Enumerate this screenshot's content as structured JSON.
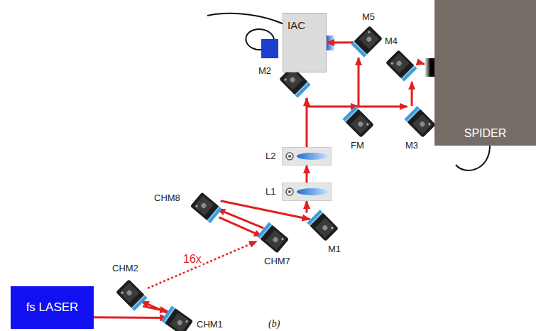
{
  "diagram": {
    "nodes": [
      {
        "text": [
          "fs LASER"
        ]
      },
      {
        "text": [
          "CHM1"
        ]
      },
      {
        "text": [
          "CHM2"
        ]
      },
      {
        "text": [
          "CHM7"
        ]
      },
      {
        "text": [
          "CHM8"
        ]
      },
      {
        "text": [
          "M1"
        ]
      },
      {
        "text": [
          "L1"
        ]
      },
      {
        "text": [
          "L2"
        ]
      },
      {
        "text": [
          "M2"
        ]
      },
      {
        "text": [
          "FM"
        ]
      },
      {
        "text": [
          "M3"
        ]
      },
      {
        "text": [
          "M4"
        ]
      },
      {
        "text": [
          "SPIDER"
        ]
      },
      {
        "text": [
          "M5"
        ]
      },
      {
        "text": [
          "IAC"
        ]
      }
    ],
    "edges": [
      {
        "from": 0,
        "to": 1,
        "arrow": "to"
      },
      {
        "from": 1,
        "to": 2,
        "arrow": "to"
      },
      {
        "from": 2,
        "to": 1,
        "arrow": "to"
      },
      {
        "from": 2,
        "to": 3,
        "label": "16x",
        "arrow": "to"
      },
      {
        "from": 3,
        "to": 4,
        "arrow": "to"
      },
      {
        "from": 4,
        "to": 3,
        "arrow": "to"
      },
      {
        "from": 4,
        "to": 5,
        "arrow": "to"
      },
      {
        "from": 5,
        "to": 6,
        "arrow": "to"
      },
      {
        "from": 6,
        "to": 7,
        "arrow": "to"
      },
      {
        "from": 7,
        "to": 8,
        "arrow": "to"
      },
      {
        "from": 8,
        "to": 9,
        "arrow": "to"
      },
      {
        "from": 9,
        "to": 10,
        "arrow": "to"
      },
      {
        "from": 10,
        "to": 11,
        "arrow": "to"
      },
      {
        "from": 11,
        "to": 12,
        "arrow": "to"
      },
      {
        "from": 9,
        "to": 13,
        "arrow": "to"
      },
      {
        "from": 13,
        "to": 14,
        "arrow": "to"
      }
    ],
    "labels": [
      "(b)"
    ]
  }
}
